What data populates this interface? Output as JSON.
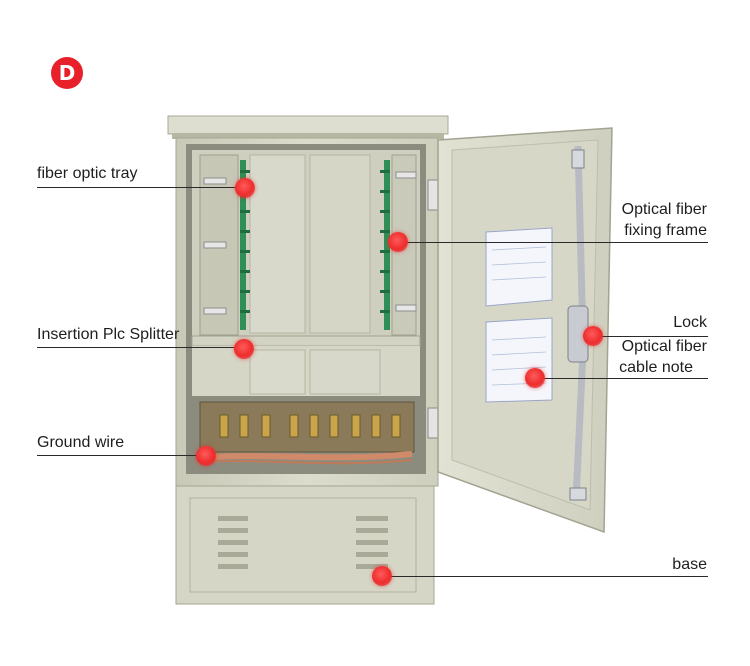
{
  "badge": {
    "letter": "D",
    "color": "#e8202a"
  },
  "labels": {
    "fiber_optic_tray": "fiber optic tray",
    "insertion_plc_splitter": "Insertion Plc Splitter",
    "ground_wire": "Ground wire",
    "optical_fiber_fixing_frame_line1": "Optical fiber",
    "optical_fiber_fixing_frame_line2": "fixing frame",
    "lock": "Lock",
    "optical_fiber_cable_note_line1": "Optical fiber",
    "optical_fiber_cable_note_line2": "cable note",
    "base": "base"
  },
  "colors": {
    "cabinet_body": "#d8d8c8",
    "cabinet_shadow": "#b9b9a8",
    "marker": "#ee2d2d",
    "leader_line": "#2a2a2a"
  }
}
